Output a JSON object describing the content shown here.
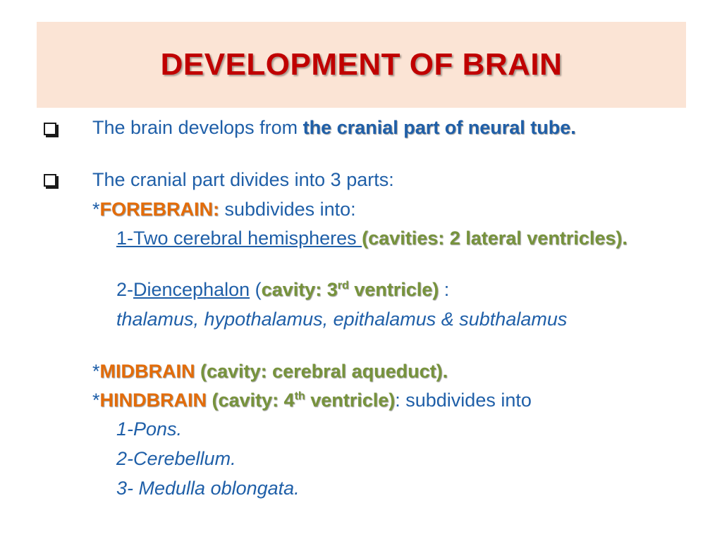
{
  "slide": {
    "title": "DEVELOPMENT OF BRAIN"
  },
  "content": {
    "b1_pre": "The brain develops from ",
    "b1_hl": "the cranial part of neural tube.",
    "b2": "The cranial part divides into 3 parts:",
    "fore_star": "*",
    "fore_name": "FOREBRAIN:",
    "fore_rest": " subdivides into:",
    "fore_1_ul": "1-Two cerebral hemispheres ",
    "fore_1_cav": "(cavities: 2 lateral ventricles).",
    "fore_2_pre": "2-",
    "fore_2_ul": "Diencephalon",
    "fore_2_open": " (",
    "fore_2_cav_a": "cavity: 3",
    "fore_2_sup": "rd",
    "fore_2_cav_b": " ventricle)",
    "fore_2_colon": " :",
    "fore_2_parts": "thalamus, hypothalamus, epithalamus & subthalamus",
    "mid_star": "*",
    "mid_name": "MIDBRAIN",
    "mid_cav": " (cavity: cerebral aqueduct).",
    "hind_star": "*",
    "hind_name": "HINDBRAIN",
    "hind_cav_a": " (cavity: 4",
    "hind_sup": "th",
    "hind_cav_b": " ventricle)",
    "hind_rest": ": subdivides into",
    "hind_1": "1-Pons.",
    "hind_2": "2-Cerebellum.",
    "hind_3": "3- Medulla oblongata."
  },
  "colors": {
    "title": "#c00000",
    "title_bg": "#fbe4d5",
    "text": "#1f5fa8",
    "orange": "#e36c09",
    "green": "#77933c"
  }
}
